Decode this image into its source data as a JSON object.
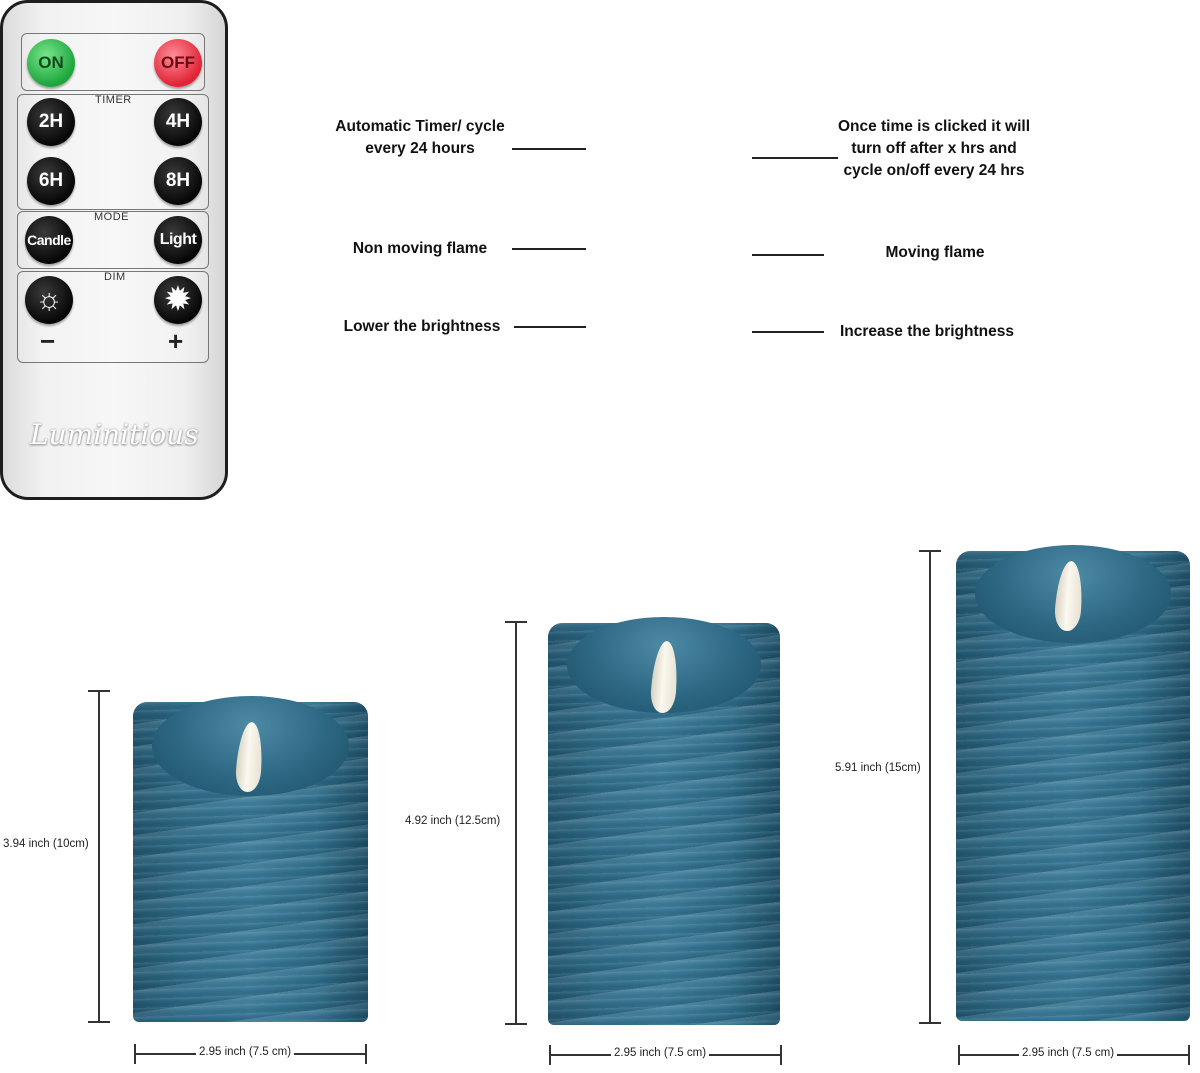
{
  "remote": {
    "buttons": {
      "on": "ON",
      "off": "OFF",
      "h2": "2H",
      "h4": "4H",
      "h6": "6H",
      "h8": "8H",
      "candle": "Candle",
      "light": "Light",
      "dim_minus": "−",
      "dim_plus": "+"
    },
    "sections": {
      "timer": "TIMER",
      "mode": "MODE",
      "dim": "DIM"
    },
    "brand": "Luminitious"
  },
  "annotations": {
    "timer_left": "Automatic Timer/ cycle every 24 hours",
    "timer_right": "Once time is clicked it will turn off after x hrs and cycle on/off every 24 hrs",
    "candle_mode": "Non moving flame",
    "light_mode": "Moving flame",
    "dim_lower": "Lower the brightness",
    "dim_raise": "Increase the brightness"
  },
  "candles": [
    {
      "height_label": "3.94 inch  (10cm)",
      "width_label": "2.95 inch (7.5 cm)"
    },
    {
      "height_label": "4.92 inch  (12.5cm)",
      "width_label": "2.95 inch (7.5 cm)"
    },
    {
      "height_label": "5.91 inch  (15cm)",
      "width_label": "2.95 inch (7.5 cm)"
    }
  ],
  "colors": {
    "candle_blue": "#2f6b87",
    "on_green": "#1ca63b",
    "off_red": "#e02335"
  }
}
